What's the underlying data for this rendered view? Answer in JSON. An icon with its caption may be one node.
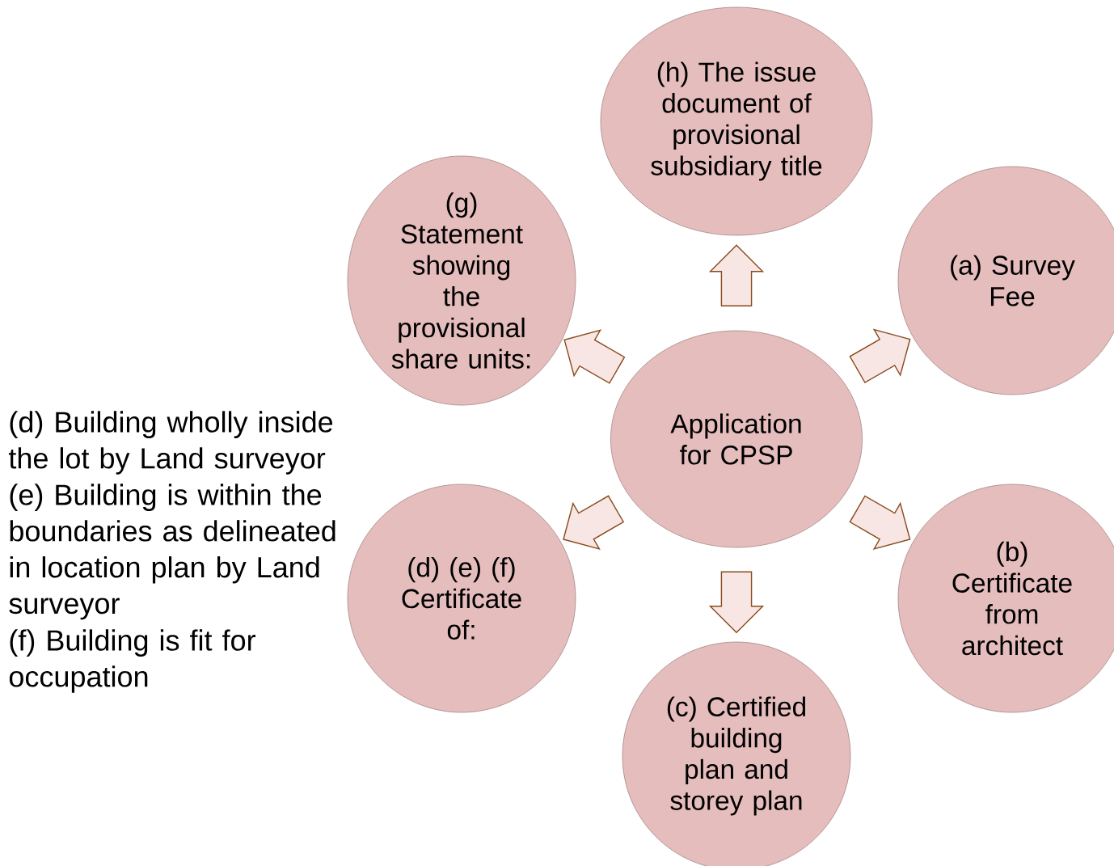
{
  "diagram": {
    "nodes": [
      {
        "text": [
          "Application for CPSP"
        ]
      },
      {
        "text": [
          "(h) The issue document of provisional subsidiary title"
        ]
      },
      {
        "text": [
          "(a) Survey Fee"
        ]
      },
      {
        "text": [
          "(b) Certificate from architect"
        ]
      },
      {
        "text": [
          "(c) Certified building plan and storey plan"
        ]
      },
      {
        "text": [
          "(d) (e) (f) Certificate of:"
        ]
      },
      {
        "text": [
          "(g) Statement showing the provisional share units:"
        ]
      }
    ],
    "edges": [
      {
        "from": 0,
        "to": 1,
        "arrow": "to"
      },
      {
        "from": 0,
        "to": 2,
        "arrow": "to"
      },
      {
        "from": 0,
        "to": 3,
        "arrow": "to"
      },
      {
        "from": 0,
        "to": 4,
        "arrow": "to"
      },
      {
        "from": 0,
        "to": 5,
        "arrow": "to"
      },
      {
        "from": 0,
        "to": 6,
        "arrow": "to"
      }
    ],
    "labels": [
      "(d) Building wholly inside the lot by Land surveyor",
      "(e) Building is within the boundaries as delineated in location plan by Land surveyor",
      "(f) Building is fit for occupation"
    ]
  }
}
